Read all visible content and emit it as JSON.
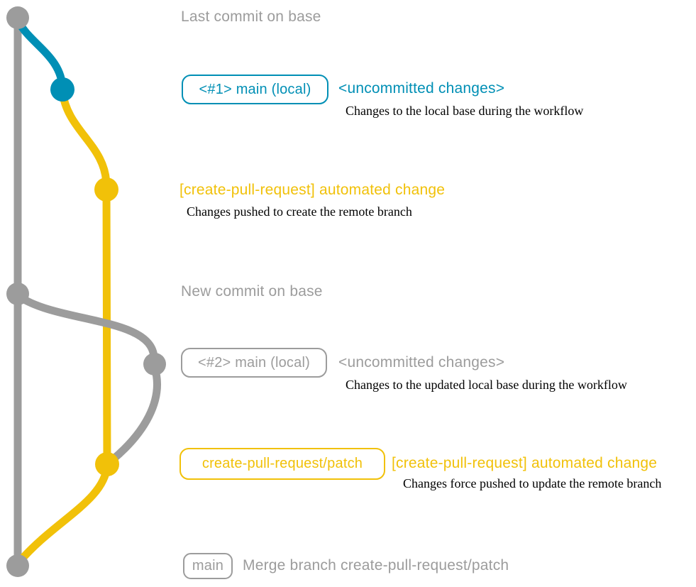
{
  "colors": {
    "gray": "#9c9c9c",
    "blue": "#008fb5",
    "yellow": "#f1c109",
    "black": "#000000"
  },
  "graph": {
    "branches": [
      {
        "name": "base-branch-line",
        "color": "gray"
      },
      {
        "name": "local-main-branch-line",
        "color": "blue"
      },
      {
        "name": "create-pull-request-patch-branch-line",
        "color": "yellow"
      }
    ],
    "commit_dots": [
      {
        "name": "commit-dot-last-commit-on-base",
        "color": "gray"
      },
      {
        "name": "commit-dot-uncommitted-changes-1",
        "color": "blue"
      },
      {
        "name": "commit-dot-automated-change-1",
        "color": "yellow"
      },
      {
        "name": "commit-dot-new-commit-on-base",
        "color": "gray"
      },
      {
        "name": "commit-dot-uncommitted-changes-2",
        "color": "gray"
      },
      {
        "name": "commit-dot-automated-change-2",
        "color": "yellow"
      },
      {
        "name": "commit-dot-merge-commit",
        "color": "gray"
      }
    ]
  },
  "texts": {
    "row_last_commit": {
      "title": "Last commit on base"
    },
    "row_uncommitted_1": {
      "badge": "<#1> main (local)",
      "heading": "<uncommitted changes>",
      "desc": "Changes to the local base during the workflow"
    },
    "row_automated_1": {
      "heading": "[create-pull-request] automated change",
      "desc": "Changes pushed to create the remote branch"
    },
    "row_new_commit": {
      "title": "New commit on base"
    },
    "row_uncommitted_2": {
      "badge": "<#2> main (local)",
      "heading": "<uncommitted changes>",
      "desc": "Changes to the updated local base during the workflow"
    },
    "row_automated_2": {
      "badge": "create-pull-request/patch",
      "heading": "[create-pull-request] automated change",
      "desc": "Changes force pushed to update the remote branch"
    },
    "row_merge": {
      "badge": "main",
      "heading": "Merge branch create-pull-request/patch"
    }
  }
}
